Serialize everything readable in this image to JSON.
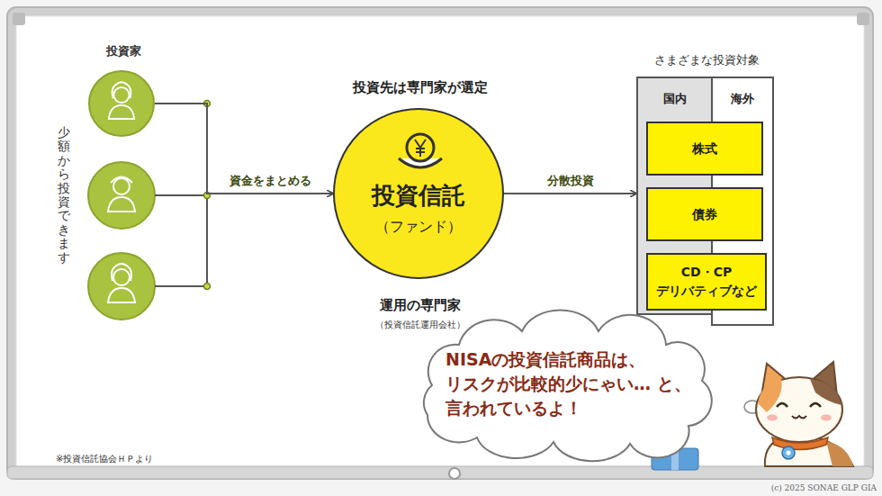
{
  "diagram": {
    "nodes": [
      {
        "text": [
          "投資家"
        ]
      },
      {
        "text": [
          "投資先は専門家が選定",
          "投資信託",
          "（ファンド）",
          "運用の専門家",
          "（投資信託運用会社）"
        ]
      },
      {
        "text": [
          "国内"
        ]
      },
      {
        "text": [
          "海外"
        ]
      },
      {
        "text": [
          "株式"
        ]
      },
      {
        "text": [
          "債券"
        ]
      },
      {
        "text": [
          "CD・CP デリバティブなど"
        ]
      },
      {
        "text": [
          "NISAの投資信託商品は、 リスクが比較的少にゃい… と、言われているよ！"
        ]
      }
    ],
    "edges": [
      {
        "from": 0,
        "to": 1,
        "arrow": "to",
        "label": "資金をまとめる"
      },
      {
        "from": 1,
        "to": 2,
        "arrow": "to",
        "label": "分散投資"
      }
    ],
    "labels": [
      "少額から投資できます",
      "さまざまな投資対象",
      "※投資信託協会ＨＰより",
      "(c) 2025 SONAE GLP GIA"
    ]
  }
}
